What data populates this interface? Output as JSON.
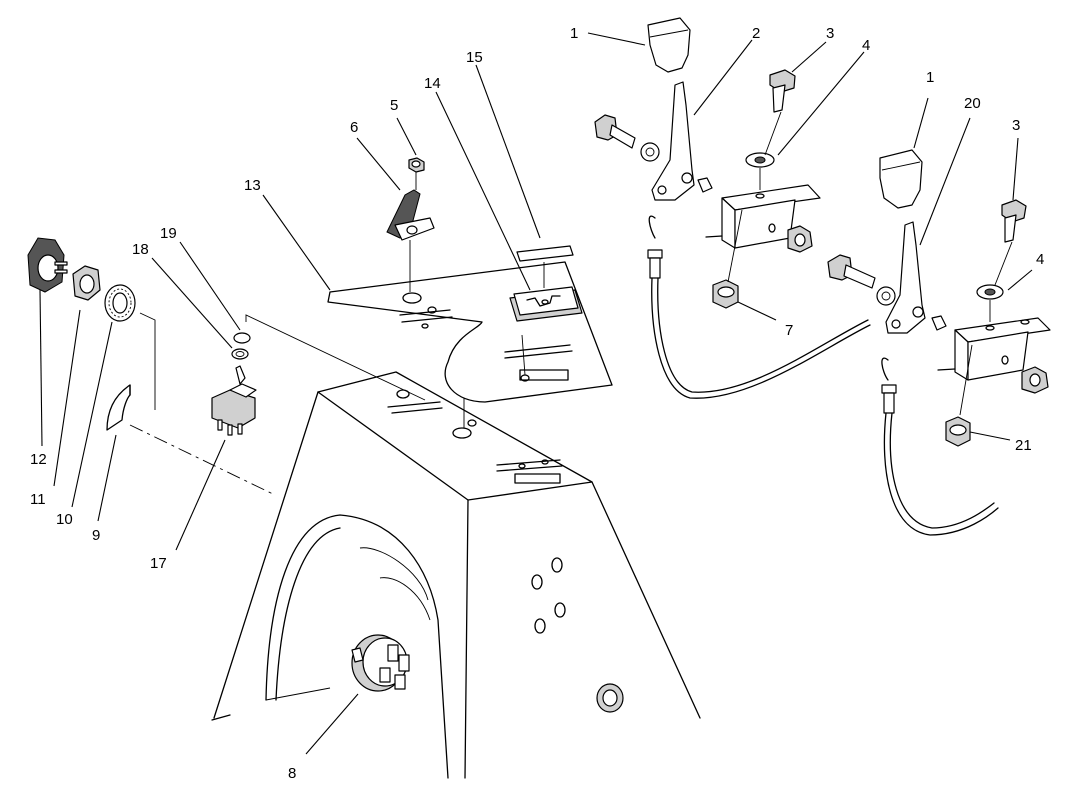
{
  "diagram": {
    "callouts": [
      {
        "id": "c1a",
        "text": "1"
      },
      {
        "id": "c2",
        "text": "2"
      },
      {
        "id": "c3a",
        "text": "3"
      },
      {
        "id": "c4a",
        "text": "4"
      },
      {
        "id": "c15",
        "text": "15"
      },
      {
        "id": "c14",
        "text": "14"
      },
      {
        "id": "c5",
        "text": "5"
      },
      {
        "id": "c6",
        "text": "6"
      },
      {
        "id": "c13",
        "text": "13"
      },
      {
        "id": "c19",
        "text": "19"
      },
      {
        "id": "c18",
        "text": "18"
      },
      {
        "id": "c12",
        "text": "12"
      },
      {
        "id": "c11",
        "text": "11"
      },
      {
        "id": "c10",
        "text": "10"
      },
      {
        "id": "c9",
        "text": "9"
      },
      {
        "id": "c17",
        "text": "17"
      },
      {
        "id": "c7",
        "text": "7"
      },
      {
        "id": "c1b",
        "text": "1"
      },
      {
        "id": "c20",
        "text": "20"
      },
      {
        "id": "c3b",
        "text": "3"
      },
      {
        "id": "c4b",
        "text": "4"
      },
      {
        "id": "c21",
        "text": "21"
      },
      {
        "id": "c8",
        "text": "8"
      }
    ]
  }
}
